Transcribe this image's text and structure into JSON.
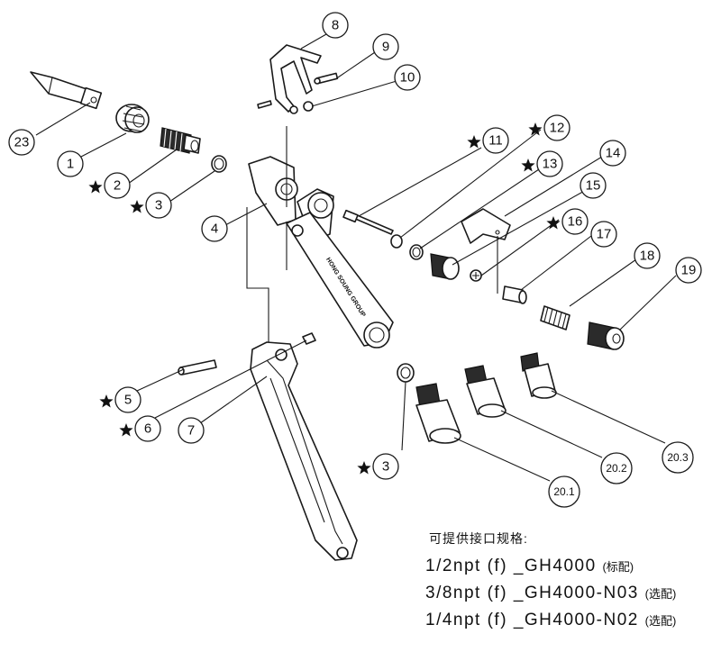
{
  "callouts": [
    {
      "id": "8",
      "label": "8",
      "starred": false
    },
    {
      "id": "9",
      "label": "9",
      "starred": false
    },
    {
      "id": "10",
      "label": "10",
      "starred": false
    },
    {
      "id": "23",
      "label": "23",
      "starred": false
    },
    {
      "id": "1",
      "label": "1",
      "starred": false
    },
    {
      "id": "2",
      "label": "2",
      "starred": true
    },
    {
      "id": "3a",
      "label": "3",
      "starred": true
    },
    {
      "id": "4",
      "label": "4",
      "starred": false
    },
    {
      "id": "11",
      "label": "11",
      "starred": true
    },
    {
      "id": "12",
      "label": "12",
      "starred": true
    },
    {
      "id": "13",
      "label": "13",
      "starred": true
    },
    {
      "id": "14",
      "label": "14",
      "starred": false
    },
    {
      "id": "15",
      "label": "15",
      "starred": false
    },
    {
      "id": "16",
      "label": "16",
      "starred": true
    },
    {
      "id": "17",
      "label": "17",
      "starred": false
    },
    {
      "id": "18",
      "label": "18",
      "starred": false
    },
    {
      "id": "19",
      "label": "19",
      "starred": false
    },
    {
      "id": "5",
      "label": "5",
      "starred": true
    },
    {
      "id": "6",
      "label": "6",
      "starred": true
    },
    {
      "id": "7",
      "label": "7",
      "starred": false
    },
    {
      "id": "3b",
      "label": "3",
      "starred": true
    },
    {
      "id": "20.1",
      "label": "20.1",
      "starred": false
    },
    {
      "id": "20.2",
      "label": "20.2",
      "starred": false
    },
    {
      "id": "20.3",
      "label": "20.3",
      "starred": false
    }
  ],
  "handle_text": "HONG SOUNG GROUP",
  "notes": {
    "title": "可提供接口规格:",
    "lines": [
      {
        "spec": "1/2npt (f) _GH4000",
        "option": "(标配)"
      },
      {
        "spec": "3/8npt (f) _GH4000-N03",
        "option": "(选配)"
      },
      {
        "spec": "1/4npt (f) _GH4000-N02",
        "option": "(选配)"
      }
    ]
  }
}
